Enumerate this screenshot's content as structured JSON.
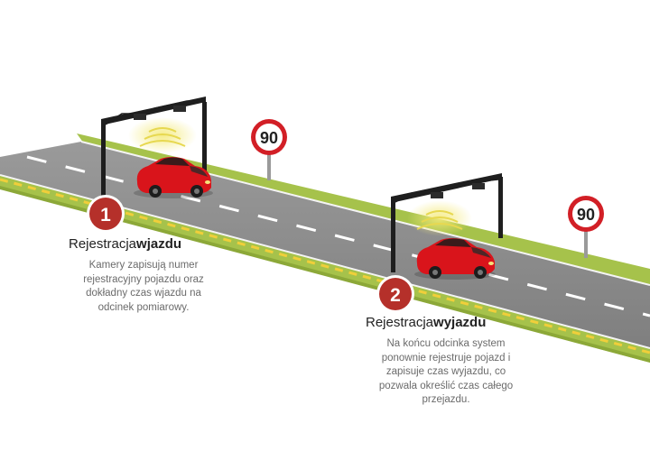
{
  "signs": [
    {
      "value": "90"
    },
    {
      "value": "90"
    }
  ],
  "steps": [
    {
      "number": "1",
      "title_part1": "Rejestracja",
      "title_part2": "wjazdu",
      "description": "Kamery zapisują numer rejestracyjny pojazdu oraz dokładny czas wjazdu na odcinek pomiarowy."
    },
    {
      "number": "2",
      "title_part1": "Rejestracja",
      "title_part2": "wyjazdu",
      "description": "Na końcu odcinka system ponownie rejestruje pojazd i zapisuje czas wyjazdu, co pozwala określić czas całego przejazdu."
    }
  ],
  "icons": [
    "camera-gantry-icon",
    "speed-limit-sign-icon",
    "car-icon",
    "step-badge-icon"
  ],
  "colors": {
    "badge": "#b5302a",
    "car": "#d9141b",
    "grass": "#a6c24b",
    "road": "#8a8a8a",
    "sign_ring": "#d21f26"
  }
}
